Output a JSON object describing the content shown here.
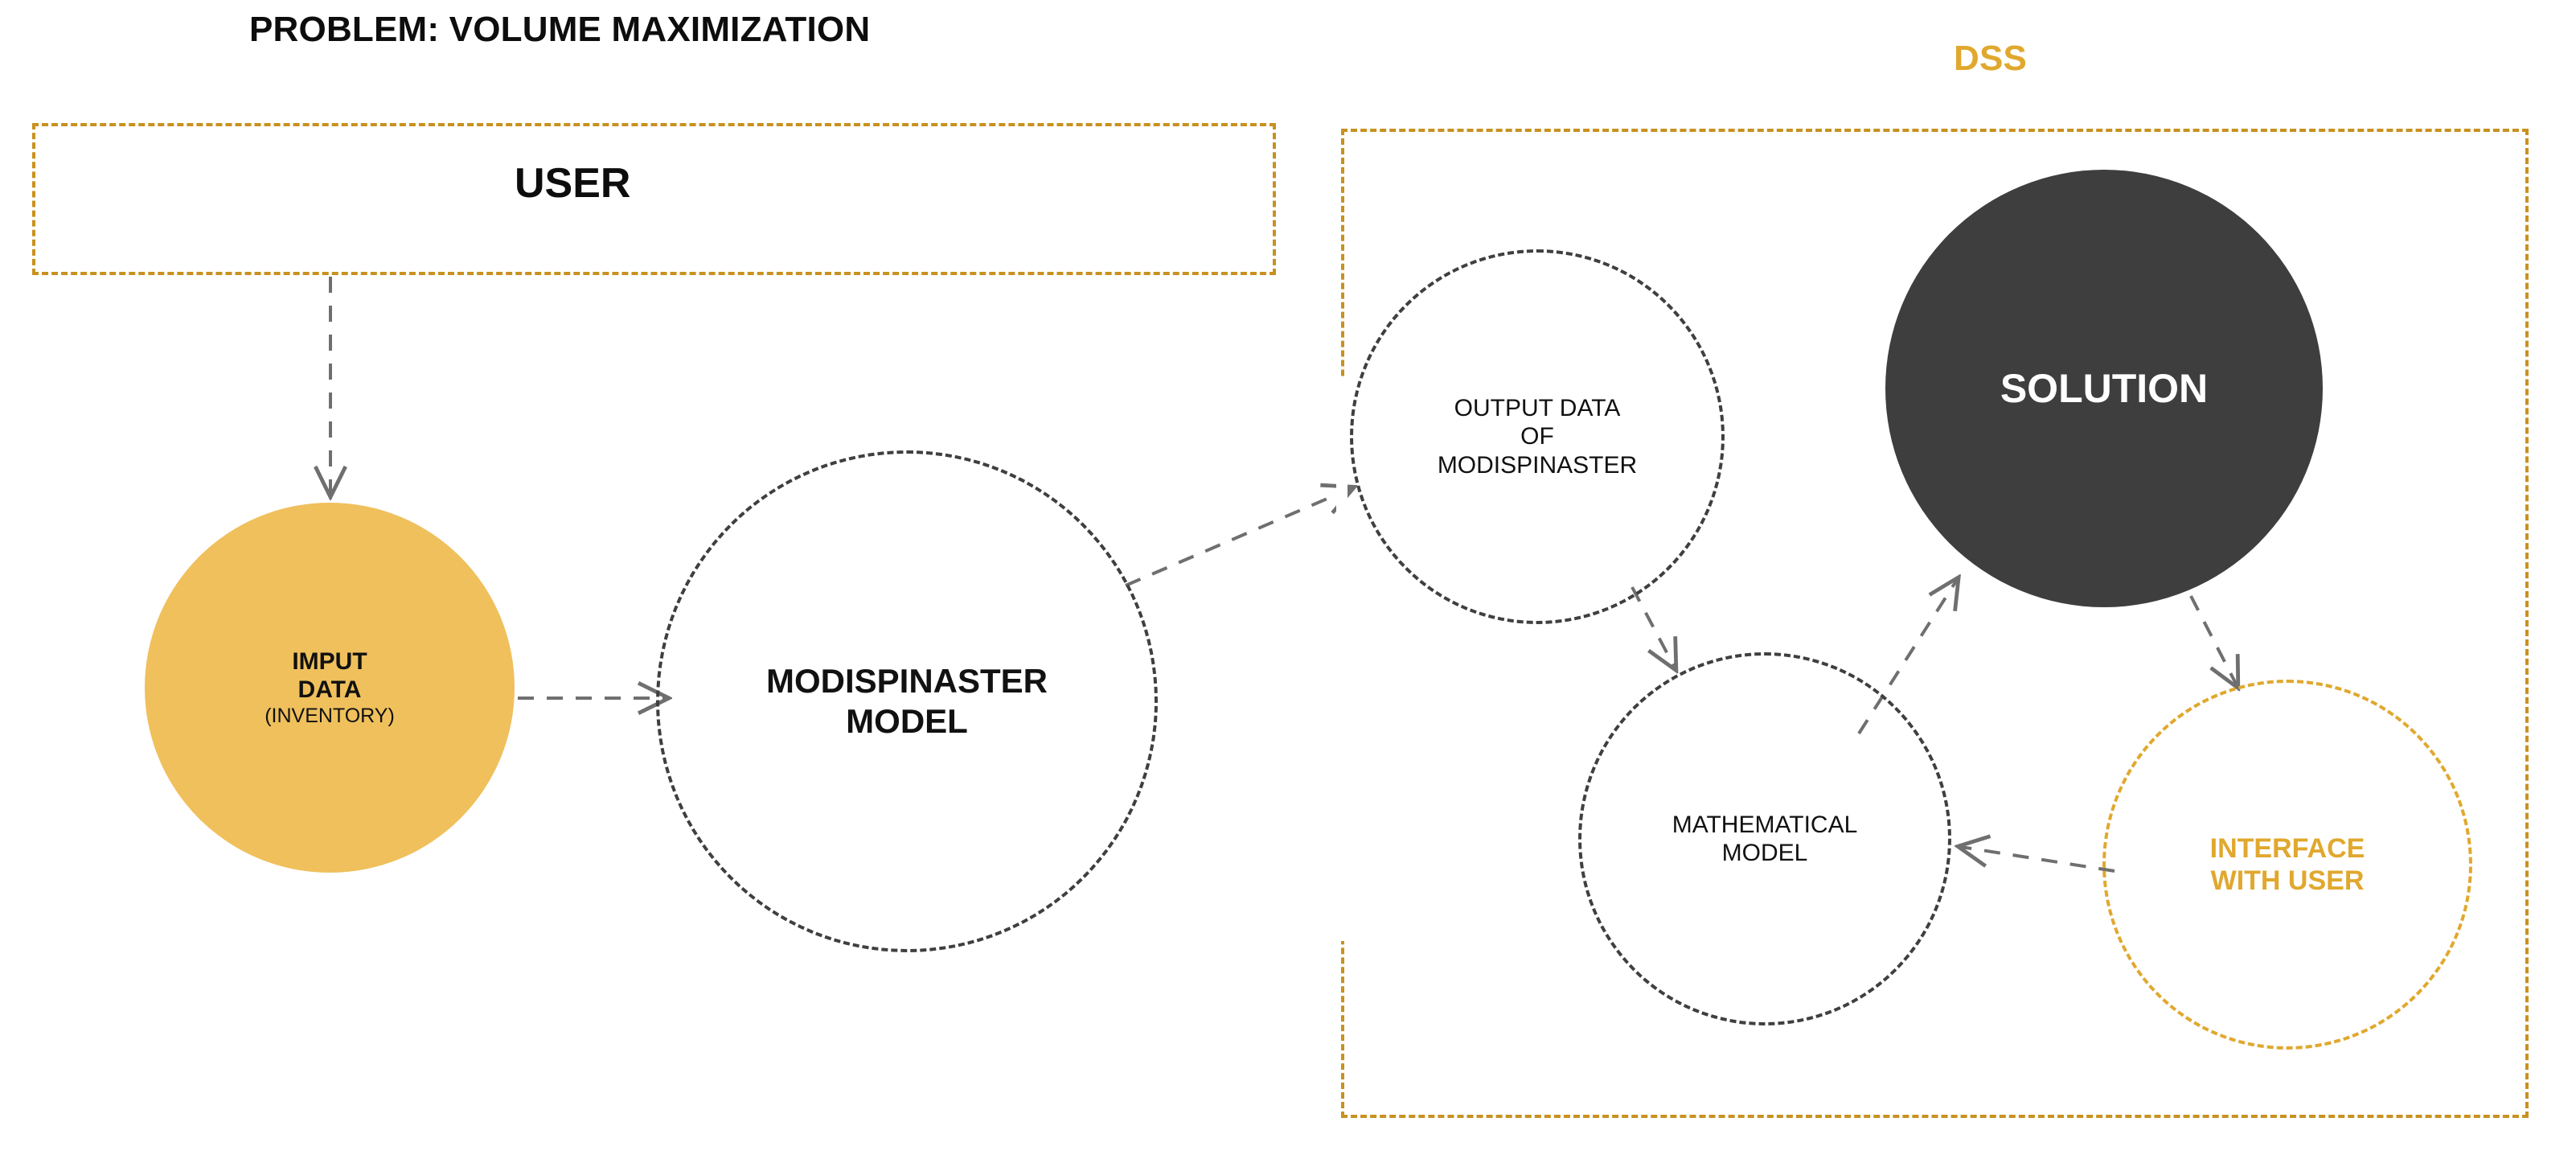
{
  "diagram": {
    "problem_title": "PROBLEM: VOLUME MAXIMIZATION",
    "dss_title": "DSS",
    "colors": {
      "accent_gold": "#e0a82e",
      "box_border_gold": "#c8911f",
      "node_fill_gold": "#efc05c",
      "dark_fill": "#3e3e3e",
      "dashed_dark": "#3f3f3f",
      "text_dark": "#111111",
      "text_light": "#ffffff",
      "background": "#ffffff"
    },
    "groups": [
      {
        "id": "user",
        "label": "USER",
        "border_style": "dashed",
        "border_color": "#c8911f"
      },
      {
        "id": "dss",
        "label": "DSS",
        "border_style": "dashed",
        "border_color": "#c8911f"
      }
    ],
    "nodes": [
      {
        "id": "imput-data",
        "title": "IMPUT\nDATA",
        "title_line1": "IMPUT",
        "title_line2": "DATA",
        "subtitle": "(INVENTORY)",
        "shape": "circle",
        "fill": "#efc05c",
        "text_color": "#111111",
        "outline": "none"
      },
      {
        "id": "modispinaster-model",
        "title_line1": "MODISPINASTER",
        "title_line2": "MODEL",
        "shape": "circle",
        "fill": "none",
        "text_color": "#111111",
        "outline": "dashed #3f3f3f"
      },
      {
        "id": "output-data",
        "title_line1": "OUTPUT DATA",
        "title_line2": "OF",
        "title_line3": "MODISPINASTER",
        "shape": "circle",
        "fill": "none",
        "text_color": "#111111",
        "outline": "dashed #3f3f3f"
      },
      {
        "id": "solution",
        "title_line1": "SOLUTION",
        "shape": "circle",
        "fill": "#3e3e3e",
        "text_color": "#ffffff",
        "outline": "none"
      },
      {
        "id": "mathematical-model",
        "title_line1": "MATHEMATICAL",
        "title_line2": "MODEL",
        "shape": "circle",
        "fill": "none",
        "text_color": "#111111",
        "outline": "dashed #3f3f3f"
      },
      {
        "id": "interface-with-user",
        "title_line1": "INTERFACE",
        "title_line2": "WITH USER",
        "shape": "circle",
        "fill": "none",
        "text_color": "#e0a82e",
        "outline": "dashed #e0a82e"
      }
    ],
    "edges": [
      {
        "id": "user-to-imput-data",
        "from": "user",
        "to": "imput-data",
        "style": "dashed",
        "color": "#6f6f6f",
        "arrow": "end"
      },
      {
        "id": "imput-data-to-modispinaster-model",
        "from": "imput-data",
        "to": "modispinaster-model",
        "style": "dashed",
        "color": "#6f6f6f",
        "arrow": "end"
      },
      {
        "id": "modispinaster-model-to-output-data",
        "from": "modispinaster-model",
        "to": "output-data",
        "style": "dashed",
        "color": "#6f6f6f",
        "arrow": "end"
      },
      {
        "id": "output-data-to-mathematical-model",
        "from": "output-data",
        "to": "mathematical-model",
        "style": "dashed",
        "color": "#6f6f6f",
        "arrow": "end"
      },
      {
        "id": "mathematical-model-to-solution",
        "from": "mathematical-model",
        "to": "solution",
        "style": "dashed",
        "color": "#6f6f6f",
        "arrow": "end"
      },
      {
        "id": "solution-to-interface-with-user",
        "from": "solution",
        "to": "interface-with-user",
        "style": "dashed",
        "color": "#6f6f6f",
        "arrow": "end"
      },
      {
        "id": "interface-with-user-to-mathematical-model",
        "from": "interface-with-user",
        "to": "mathematical-model",
        "style": "dashed",
        "color": "#6f6f6f",
        "arrow": "end"
      }
    ]
  }
}
